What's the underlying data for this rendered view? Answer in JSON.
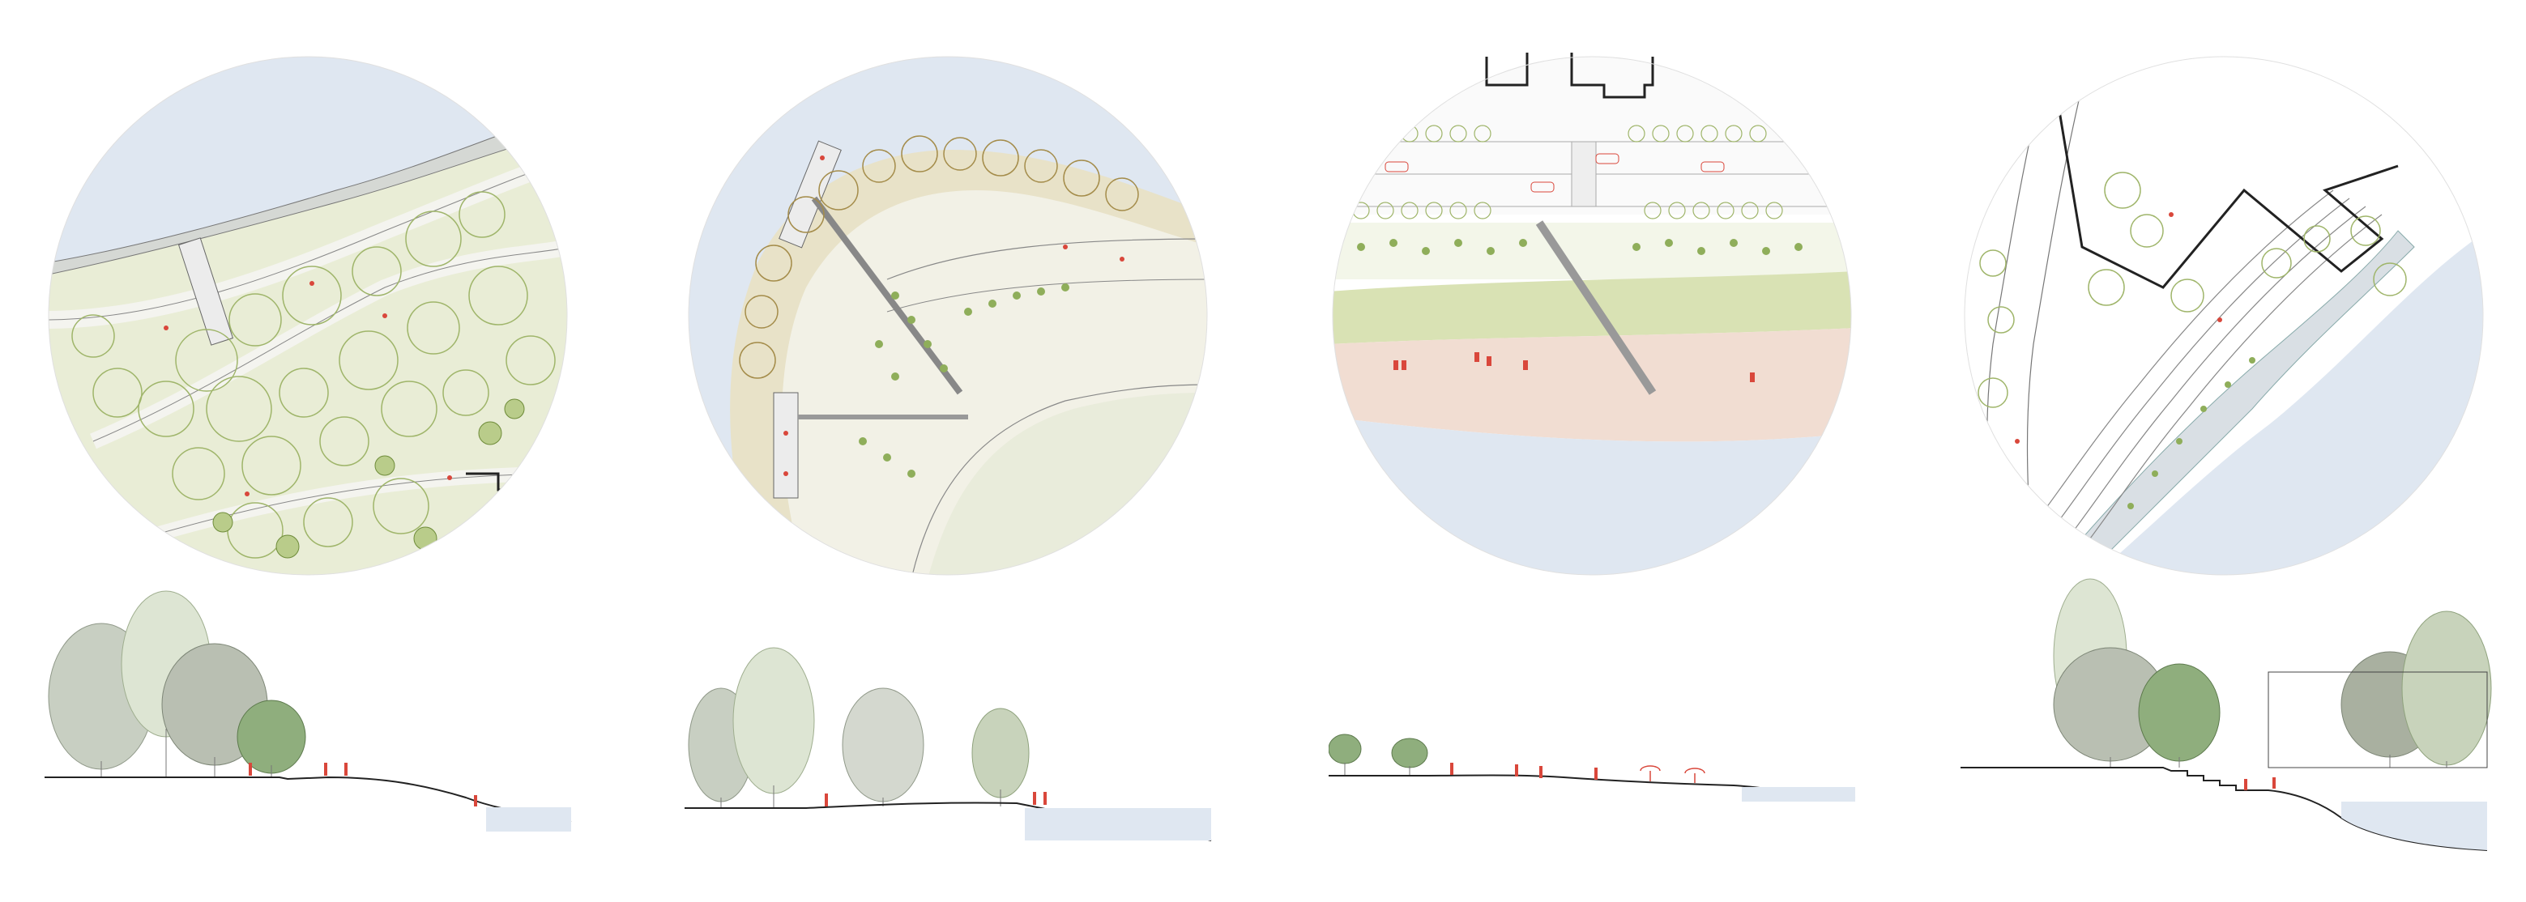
{
  "sheet": {
    "background": "#ffffff"
  },
  "palette": {
    "water": "#dfe7f1",
    "water_edge": "#c9d6e6",
    "meadow": "#e9edd6",
    "meadow_dark": "#dbe3bf",
    "sand": "#e8e2c8",
    "sand_dark": "#d7cfa6",
    "beach": "#f1ddd2",
    "grass_band": "#d9e2b4",
    "tree_line": "#9fb56a",
    "tree_dark": "#6f8c3a",
    "path": "#f4f4ef",
    "line": "#555555",
    "building": "#222222",
    "people": "#d9473b",
    "foliage_grey": "#a9b0a0",
    "foliage_green": "#8fae7d"
  },
  "panels": [
    {
      "id": "plan-1",
      "kind": "circular-plan",
      "scene": "riverside-woodland"
    },
    {
      "id": "plan-2",
      "kind": "circular-plan",
      "scene": "river-bend-promenade"
    },
    {
      "id": "plan-3",
      "kind": "circular-plan",
      "scene": "urban-beach"
    },
    {
      "id": "plan-4",
      "kind": "circular-plan",
      "scene": "city-edge-terraces"
    }
  ],
  "sections": [
    {
      "id": "section-1",
      "kind": "cross-section",
      "scene": "woodland-slope-to-water"
    },
    {
      "id": "section-2",
      "kind": "cross-section",
      "scene": "trees-pier-to-water"
    },
    {
      "id": "section-3",
      "kind": "cross-section",
      "scene": "beach-with-umbrellas"
    },
    {
      "id": "section-4",
      "kind": "cross-section",
      "scene": "building-steps-to-water"
    }
  ]
}
